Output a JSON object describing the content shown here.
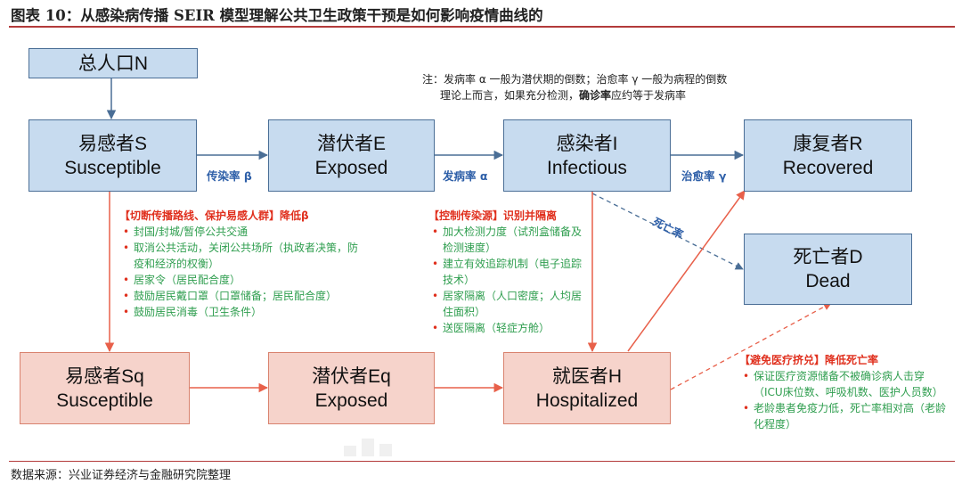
{
  "title": "图表 10：从感染病传播 SEIR 模型理解公共卫生政策干预是如何影响疫情曲线的",
  "footer": "数据来源：兴业证券经济与金融研究院整理",
  "note": {
    "line1": "注：发病率 α 一般为潜伏期的倒数；治愈率 γ 一般为病程的倒数",
    "line2_prefix": "理论上而言，如果充分检测，",
    "line2_bold": "确诊率",
    "line2_suffix": "应约等于发病率"
  },
  "boxes": {
    "total": {
      "l1": "总人口N"
    },
    "susceptible": {
      "l1": "易感者S",
      "l2": "Susceptible"
    },
    "exposed": {
      "l1": "潜伏者E",
      "l2": "Exposed"
    },
    "infectious": {
      "l1": "感染者I",
      "l2": "Infectious"
    },
    "recovered": {
      "l1": "康复者R",
      "l2": "Recovered"
    },
    "dead": {
      "l1": "死亡者D",
      "l2": "Dead"
    },
    "susceptible_q": {
      "l1": "易感者Sq",
      "l2": "Susceptible"
    },
    "exposed_q": {
      "l1": "潜伏者Eq",
      "l2": "Exposed"
    },
    "hospitalized": {
      "l1": "就医者H",
      "l2": "Hospitalized"
    }
  },
  "rates": {
    "beta": "传染率 β",
    "alpha": "发病率 α",
    "gamma": "治愈率 γ",
    "death": "死亡率"
  },
  "policy_left": {
    "head": "【切断传播路线、保护易感人群】降低β",
    "items": [
      "封国/封城/暂停公共交通",
      "取消公共活动，关闭公共场所（执政者决策，防疫和经济的权衡）",
      "居家令（居民配合度）",
      "鼓励居民戴口罩（口罩储备；居民配合度）",
      "鼓励居民消毒（卫生条件）"
    ]
  },
  "policy_middle": {
    "head": "【控制传染源】识别并隔离",
    "items": [
      "加大检测力度（试剂盒储备及检测速度）",
      "建立有效追踪机制（电子追踪技术）",
      "居家隔离（人口密度；人均居住面积）",
      "送医隔离（轻症方舱）"
    ]
  },
  "policy_right": {
    "head": "【避免医疗挤兑】降低死亡率",
    "items": [
      "保证医疗资源储备不被确诊病人击穿（ICU床位数、呼吸机数、医护人员数）",
      "老龄患者免疫力低，死亡率相对高（老龄化程度）"
    ]
  },
  "colors": {
    "blue_fill": "#c7dbef",
    "blue_border": "#4a6e96",
    "red_fill": "#f6d3cb",
    "red_border": "#d9826e",
    "rate_text": "#2e5fa8",
    "policy_head": "#e0301e",
    "policy_item": "#2f9e4f",
    "arrow_blue": "#4a6e96",
    "arrow_red": "#e8604a"
  }
}
